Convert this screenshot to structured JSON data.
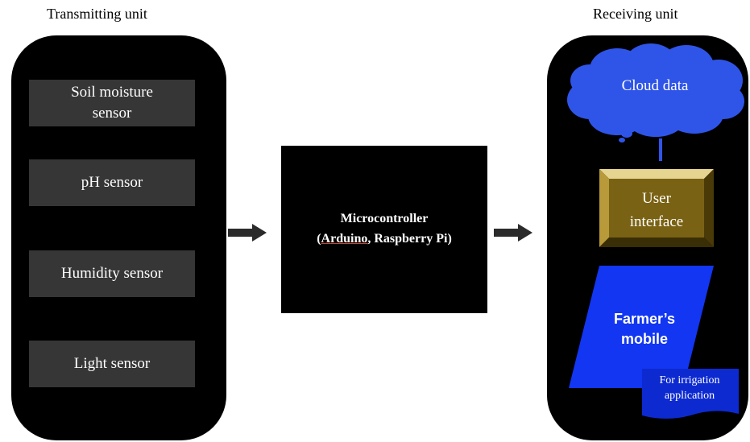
{
  "transmitting_unit": {
    "title": "Transmitting unit",
    "sensors": [
      {
        "line1": "Soil moisture",
        "line2": "sensor"
      },
      {
        "line1": "pH sensor"
      },
      {
        "line1": "Humidity sensor"
      },
      {
        "line1": "Light sensor"
      }
    ]
  },
  "microcontroller": {
    "line1": "Microcontroller",
    "open_paren": "(",
    "arduino": "Arduino",
    "rest": ", Raspberry Pi)"
  },
  "receiving_unit": {
    "title": "Receiving unit",
    "cloud": "Cloud data",
    "user_interface": {
      "line1": "User",
      "line2": "interface"
    },
    "mobile": {
      "line1": "Farmer’s",
      "line2": "mobile"
    },
    "irrigation": {
      "line1": "For irrigation",
      "line2": "application"
    }
  },
  "colors": {
    "panel": "#000000",
    "sensor_box": "#363636",
    "cloud": "#2f55e8",
    "user_interface": "#7a6214",
    "mobile": "#1236f2",
    "arrow": "#2b2b2b"
  }
}
